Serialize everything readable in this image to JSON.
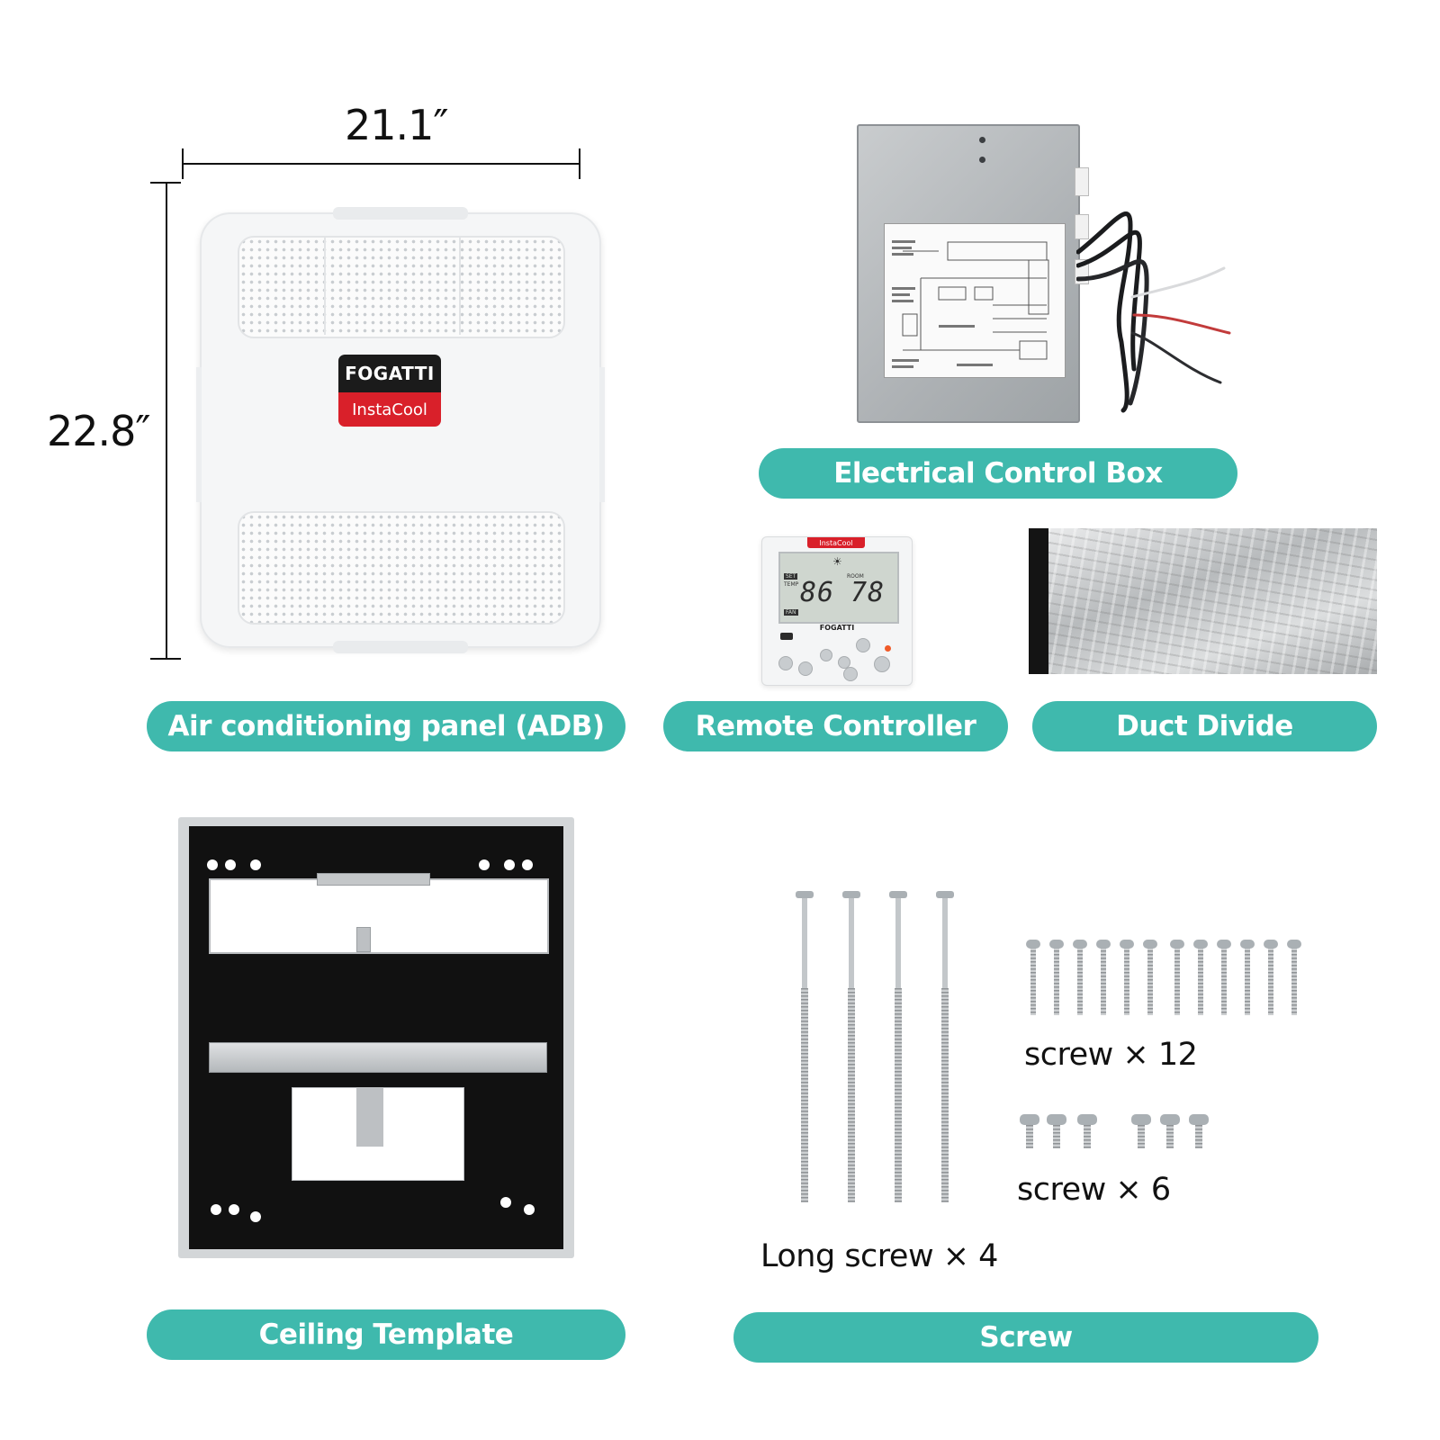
{
  "dimensions": {
    "width": "21.1″",
    "height": "22.8″"
  },
  "ac_panel": {
    "brand": "FOGATTI",
    "model": "InstaCool",
    "caption": "Air conditioning panel (ADB)"
  },
  "control_box": {
    "caption": "Electrical Control Box"
  },
  "remote": {
    "brand_tag": "InstaCool",
    "brand": "FOGATTI",
    "set_temp": "86",
    "room_temp": "78",
    "lcd_labels": {
      "set": "SET",
      "temp": "TEMP",
      "room": "ROOM",
      "fan": "FAN"
    },
    "caption": "Remote Controller"
  },
  "duct": {
    "caption": "Duct Divide"
  },
  "template": {
    "caption": "Ceiling Template"
  },
  "screws": {
    "long_label": "Long screw × 4",
    "medium_label": "screw × 12",
    "short_label": "screw × 6",
    "caption": "Screw"
  },
  "colors": {
    "accent": "#3fb9ad",
    "brand_red": "#d9202a",
    "brand_dark": "#1b1b1b"
  }
}
